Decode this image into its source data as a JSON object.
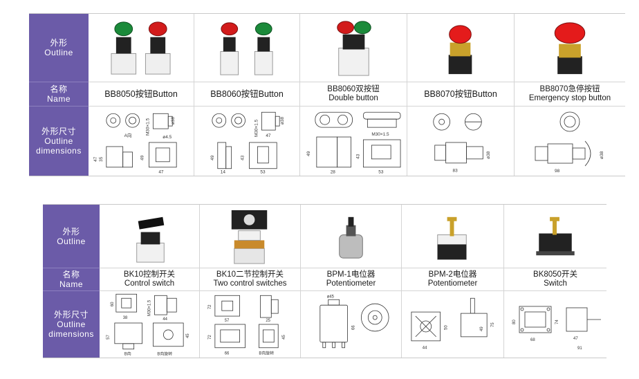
{
  "headers": {
    "outline_cn": "外形",
    "outline_en": "Outline",
    "name_cn": "名称",
    "name_en": "Name",
    "dims_cn": "外形尺寸",
    "dims_en1": "Outline",
    "dims_en2": "dimensions"
  },
  "table1": {
    "products": [
      {
        "line1": "BB8050按钮Button",
        "line2": ""
      },
      {
        "line1": "BB8060按钮Button",
        "line2": ""
      },
      {
        "line1": "BB8060双按钮",
        "line2": "Double button"
      },
      {
        "line1": "BB8070按钮Button",
        "line2": ""
      },
      {
        "line1": "BB8070急停按钮",
        "line2": "Emergency stop button"
      }
    ],
    "dims": {
      "d0": {
        "a": "ø38",
        "b": "M30×1.5",
        "c": "A向",
        "d": "ø4.5",
        "e": "47",
        "f": "35",
        "g": "49",
        "h": "47"
      },
      "d1": {
        "a": "ø38",
        "b": "M30×1.5",
        "c": "47",
        "d": "49",
        "e": "43",
        "f": "14",
        "g": "53"
      },
      "d2": {
        "a": "M30×1.5",
        "b": "49",
        "c": "28",
        "d": "43",
        "e": "53"
      },
      "d3": {
        "a": "ø38",
        "b": "83"
      },
      "d4": {
        "a": "ø38",
        "b": "98"
      }
    }
  },
  "table2": {
    "products": [
      {
        "line1": "BK10控制开关",
        "line2": "Control switch"
      },
      {
        "line1": "BK10二节控制开关",
        "line2": "Two control switches"
      },
      {
        "line1": "BPM-1电位器",
        "line2": "Potentiometer"
      },
      {
        "line1": "BPM-2电位器",
        "line2": "Potentiometer"
      },
      {
        "line1": "BK8050开关",
        "line2": "Switch"
      }
    ],
    "dims": {
      "d0": {
        "a": "60",
        "b": "38",
        "c": "M30×1.5",
        "d": "57",
        "e": "44",
        "f": "45",
        "g": "B向",
        "h": "B向旋转"
      },
      "d1": {
        "a": "72",
        "b": "72",
        "c": "57",
        "d": "66",
        "e": "45",
        "f": "25",
        "g": "B向旋转"
      },
      "d2": {
        "a": "ø45",
        "b": "66"
      },
      "d3": {
        "a": "50",
        "b": "44",
        "c": "49",
        "d": "75"
      },
      "d4": {
        "a": "80",
        "b": "74",
        "c": "68",
        "d": "47",
        "e": "91"
      }
    }
  }
}
